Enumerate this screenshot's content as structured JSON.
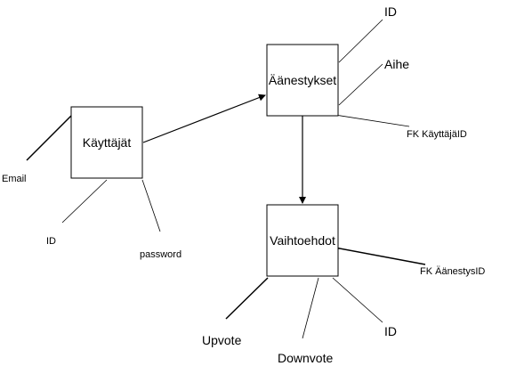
{
  "entities": {
    "kayttajat": {
      "label": "Käyttäjät"
    },
    "aanestykset": {
      "label": "Äänestykset"
    },
    "vaihtoehdot": {
      "label": "Vaihtoehdot"
    }
  },
  "attributes": {
    "kayttajat_email": "Email",
    "kayttajat_id": "ID",
    "kayttajat_password": "password",
    "aanestykset_id": "ID",
    "aanestykset_aihe": "Aihe",
    "aanestykset_fk": "FK KäyttäjäID",
    "vaihtoehdot_fk": "FK ÄänestysID",
    "vaihtoehdot_upvote": "Upvote",
    "vaihtoehdot_downvote": "Downvote",
    "vaihtoehdot_id": "ID"
  },
  "colors": {
    "stroke": "#000000",
    "background": "#ffffff"
  }
}
